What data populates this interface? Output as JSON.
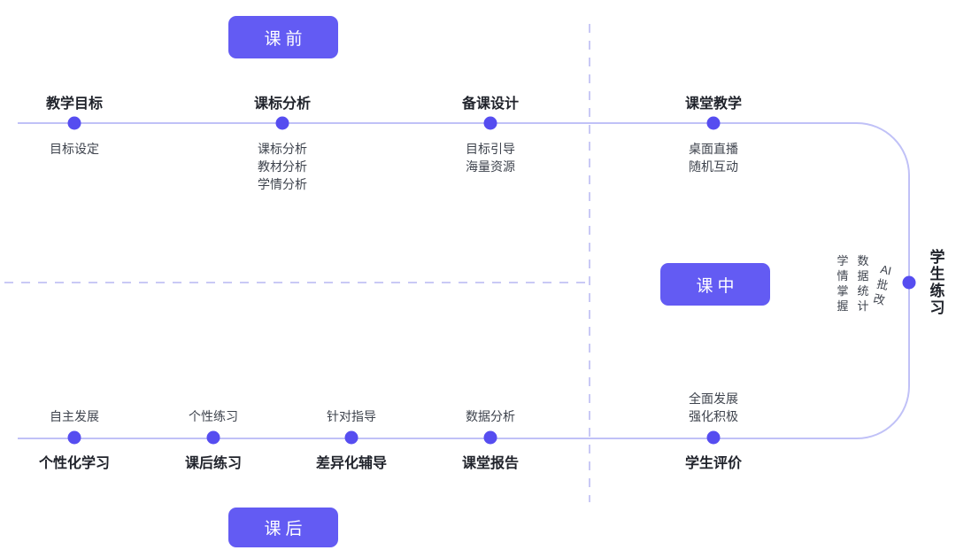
{
  "colors": {
    "accent_button": "#635bf3",
    "accent_dot": "#564df0",
    "flow_line": "#c0c1f7",
    "dash_line": "#c9c9f5",
    "title_text": "#20232b",
    "sub_text": "#3e434d"
  },
  "stage_buttons": {
    "pre": "课前",
    "during": "课中",
    "post": "课后"
  },
  "top_row": {
    "stations": [
      {
        "title": "教学目标",
        "subs": [
          "目标设定"
        ]
      },
      {
        "title": "课标分析",
        "subs": [
          "课标分析",
          "教材分析",
          "学情分析"
        ]
      },
      {
        "title": "备课设计",
        "subs": [
          "目标引导",
          "海量资源"
        ]
      },
      {
        "title": "课堂教学",
        "subs": [
          "桌面直播",
          "随机互动"
        ]
      }
    ]
  },
  "right_station": {
    "title": "学生练习",
    "subs": [
      "学情掌握",
      "数据统计",
      "AI批改"
    ]
  },
  "bottom_row": {
    "stations": [
      {
        "title": "个性化学习",
        "subs": [
          "自主发展"
        ]
      },
      {
        "title": "课后练习",
        "subs": [
          "个性练习"
        ]
      },
      {
        "title": "差异化辅导",
        "subs": [
          "针对指导"
        ]
      },
      {
        "title": "课堂报告",
        "subs": [
          "数据分析"
        ]
      },
      {
        "title": "学生评价",
        "subs": [
          "全面发展",
          "强化积极"
        ]
      }
    ]
  }
}
